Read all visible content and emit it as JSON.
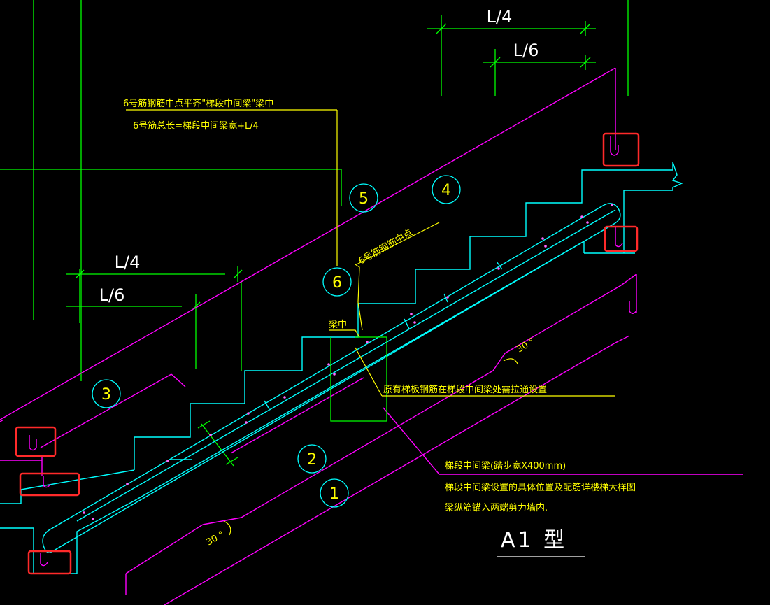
{
  "drawing": {
    "title": "A1 型",
    "dims": {
      "top_l4": "L/4",
      "top_l6": "L/6",
      "left_l4": "L/4",
      "left_l6": "L/6"
    },
    "notes": {
      "n6_align": "6号筋钢筋中点平齐\"梯段中间梁\"梁中",
      "n6_length": "6号筋总长=梯段中间梁宽+L/4",
      "n6_mid": "6号筋钢筋中点",
      "beam_mid": "梁中",
      "rebar_through": "原有梯板钢筋在梯段中间梁处需拉通设置",
      "beam_size": "梯段中间梁(踏步宽X400mm)",
      "beam_detail": "梯段中间梁设置的具体位置及配筋详楼梯大样图",
      "beam_anchor": "梁纵筋锚入两端剪力墙内."
    },
    "bars": [
      "1",
      "2",
      "3",
      "4",
      "5",
      "6"
    ],
    "angles": {
      "lower": "30 °",
      "upper": "30 °"
    },
    "colors": {
      "background": "#000000",
      "magenta": "#ff00ff",
      "cyan": "#00ffff",
      "green": "#00ff00",
      "yellow": "#ffff00",
      "white": "#ffffff",
      "highlight_red": "#ff2a2a"
    }
  }
}
